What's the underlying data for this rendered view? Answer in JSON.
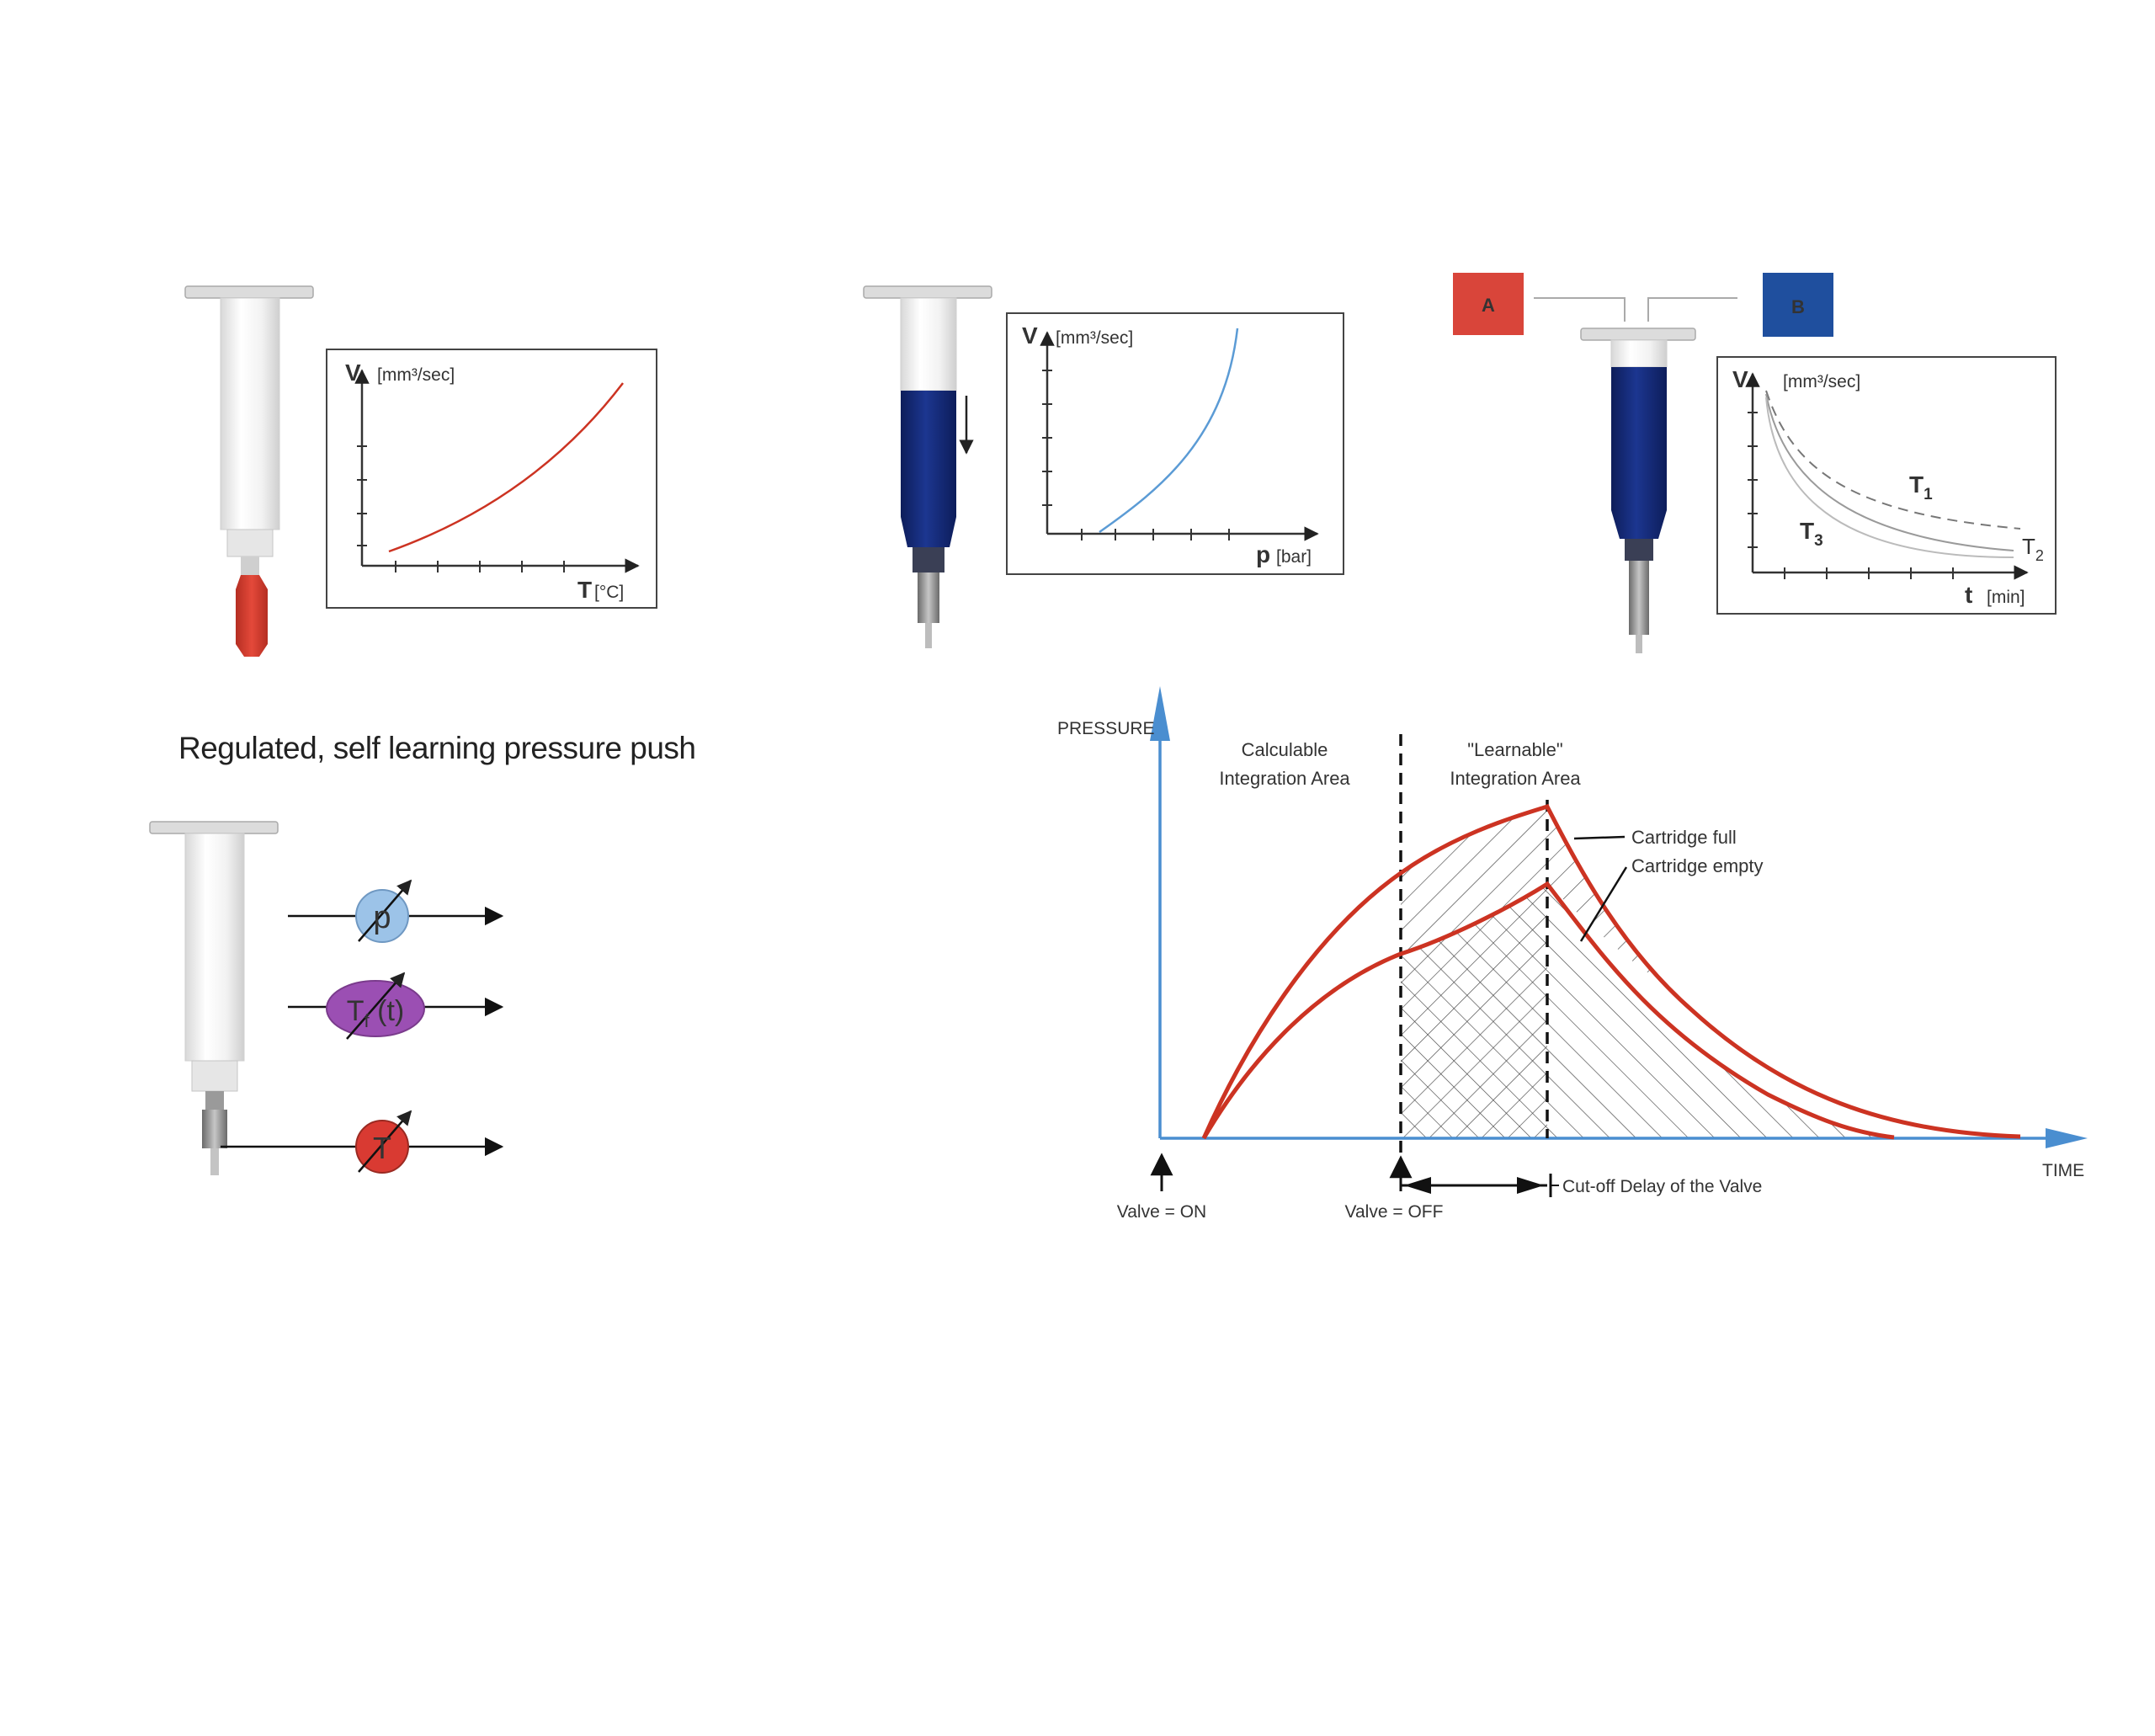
{
  "colors": {
    "curve_red": "#cc3322",
    "axis_blue": "#4a8ed0",
    "plunger_navy": "#132a78",
    "box_A": "#d9453a",
    "box_B": "#1f4f9e",
    "pressure_circle": "#9cc3e8",
    "temp_time_ellipse": "#9b4fb3",
    "temp_circle": "#d93a32"
  },
  "panel1": {
    "y_symbol": "V",
    "y_unit": "[mm³/sec]",
    "x_symbol": "T",
    "x_unit": "[°C]"
  },
  "panel2": {
    "y_symbol": "V",
    "y_unit": "[mm³/sec]",
    "x_symbol": "p",
    "x_unit": "[bar]"
  },
  "panel3": {
    "box_a_label": "A",
    "box_b_label": "B",
    "y_symbol": "V",
    "y_unit": "[mm³/sec]",
    "x_symbol": "t",
    "x_unit": "[min]",
    "curve_labels": {
      "t1_base": "T",
      "t1_sub": "1",
      "t2_base": "T",
      "t2_sub": "2",
      "t3_base": "T",
      "t3_sub": "3"
    }
  },
  "heading": "Regulated, self learning pressure push",
  "sensors": {
    "pressure_base": "p",
    "temp_time_base": "T",
    "temp_time_sub": "f",
    "temp_time_suffix": " (t)",
    "temperature_base": "T"
  },
  "pressure_chart": {
    "y_axis_label": "PRESSURE",
    "x_axis_label": "TIME",
    "calculable_line1": "Calculable",
    "calculable_line2": "Integration Area",
    "learnable_line1": "\"Learnable\"",
    "learnable_line2": "Integration Area",
    "legend_full": "Cartridge full",
    "legend_empty": "Cartridge empty",
    "valve_on": "Valve = ON",
    "valve_off": "Valve = OFF",
    "cutoff": "Cut-off Delay of the Valve"
  }
}
